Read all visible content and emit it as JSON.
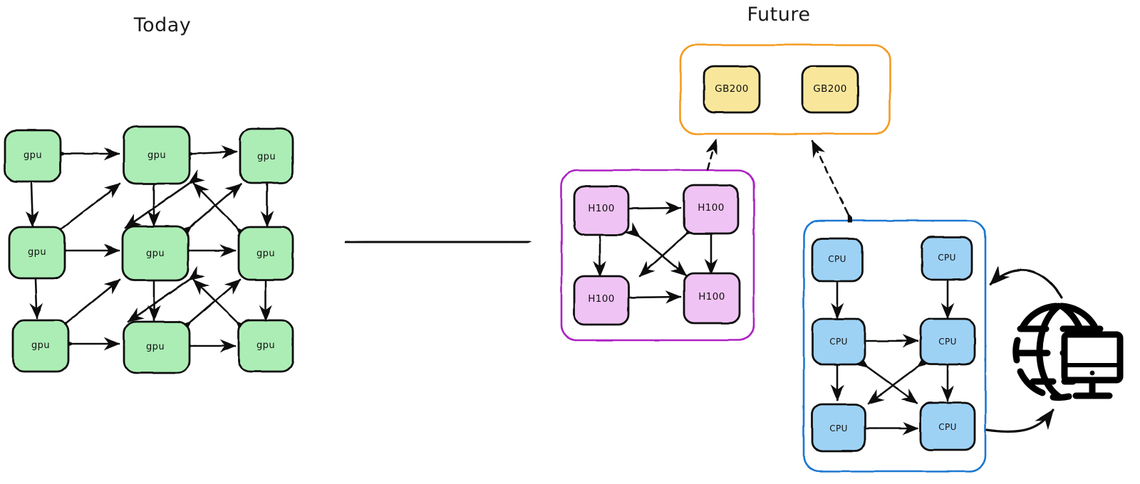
{
  "diagram": {
    "type": "architecture-topology-diagram",
    "background_color": "#ffffff",
    "stroke_color": "#111111"
  },
  "titles": {
    "left": "Today",
    "right": "Future"
  },
  "transition_arrow": {
    "name": "today-to-future-arrow",
    "direction": "left-to-right",
    "style": "solid",
    "color": "#111111"
  },
  "clusters": {
    "today_gpu": {
      "label": "gpu-mesh-today",
      "node_label": "gpu",
      "node_fill": "#ACEDB5",
      "node_stroke": "#111111",
      "rows": 3,
      "cols": 3,
      "node_count": 9,
      "topology": "full-mesh",
      "nodes": [
        {
          "id": "gpu-0-0",
          "label": "gpu"
        },
        {
          "id": "gpu-0-1",
          "label": "gpu"
        },
        {
          "id": "gpu-0-2",
          "label": "gpu"
        },
        {
          "id": "gpu-1-0",
          "label": "gpu"
        },
        {
          "id": "gpu-1-1",
          "label": "gpu"
        },
        {
          "id": "gpu-1-2",
          "label": "gpu"
        },
        {
          "id": "gpu-2-0",
          "label": "gpu"
        },
        {
          "id": "gpu-2-1",
          "label": "gpu"
        },
        {
          "id": "gpu-2-2",
          "label": "gpu"
        }
      ]
    },
    "gb200": {
      "label": "gb200-group",
      "container_stroke": "#F59B20",
      "node_fill": "#F8E79B",
      "node_stroke": "#111111",
      "node_count": 2,
      "nodes": [
        {
          "id": "gb200-1",
          "label": "GB200"
        },
        {
          "id": "gb200-2",
          "label": "GB200"
        }
      ]
    },
    "h100": {
      "label": "h100-group",
      "container_stroke": "#AD22C4",
      "node_fill": "#EFC3F3",
      "node_stroke": "#111111",
      "rows": 2,
      "cols": 2,
      "node_count": 4,
      "topology": "full-mesh",
      "nodes": [
        {
          "id": "h100-0-0",
          "label": "H100"
        },
        {
          "id": "h100-0-1",
          "label": "H100"
        },
        {
          "id": "h100-1-0",
          "label": "H100"
        },
        {
          "id": "h100-1-1",
          "label": "H100"
        }
      ]
    },
    "cpu": {
      "label": "cpu-group",
      "container_stroke": "#1F78D1",
      "node_fill": "#9ED2F5",
      "node_stroke": "#111111",
      "rows": 3,
      "cols": 2,
      "node_count": 6,
      "topology": "partial-mesh",
      "nodes": [
        {
          "id": "cpu-0-0",
          "label": "CPU"
        },
        {
          "id": "cpu-0-1",
          "label": "CPU"
        },
        {
          "id": "cpu-1-0",
          "label": "CPU"
        },
        {
          "id": "cpu-1-1",
          "label": "CPU"
        },
        {
          "id": "cpu-2-0",
          "label": "CPU"
        },
        {
          "id": "cpu-2-1",
          "label": "CPU"
        }
      ]
    }
  },
  "links": {
    "h100_to_gb200": {
      "name": "h100-to-gb200-link",
      "style": "dashed",
      "direction": "up"
    },
    "gb200_to_cpu": {
      "name": "gb200-cpu-link",
      "style": "dashed",
      "direction": "bidirectional"
    },
    "cpu_to_internet": {
      "name": "cpu-internet-link",
      "style": "curved-solid",
      "direction": "bidirectional"
    }
  },
  "internet": {
    "name": "globe-monitor-icon",
    "icon": "globe-with-desktop",
    "stroke": "#000000"
  }
}
